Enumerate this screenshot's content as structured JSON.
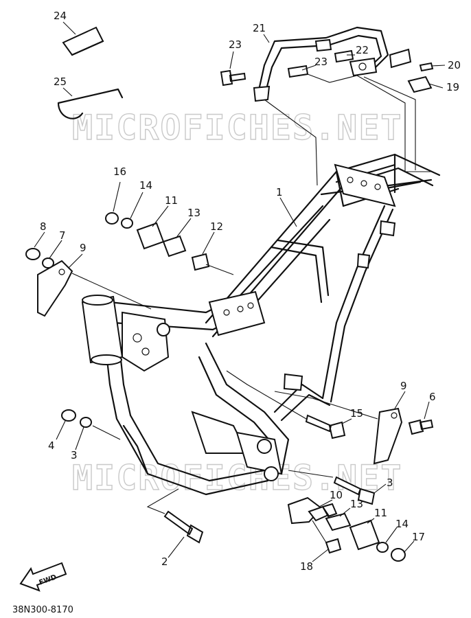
{
  "watermark": "MICROFICHES.NET",
  "diagram_code": "38N300-8170",
  "fwd_label": "FWD",
  "callouts": [
    {
      "id": "c24a",
      "label": "24"
    },
    {
      "id": "c25",
      "label": "25"
    },
    {
      "id": "c21",
      "label": "21"
    },
    {
      "id": "c23a",
      "label": "23"
    },
    {
      "id": "c22",
      "label": "22"
    },
    {
      "id": "c23b",
      "label": "23"
    },
    {
      "id": "c20",
      "label": "20"
    },
    {
      "id": "c19",
      "label": "19"
    },
    {
      "id": "c16",
      "label": "16"
    },
    {
      "id": "c14a",
      "label": "14"
    },
    {
      "id": "c11a",
      "label": "11"
    },
    {
      "id": "c13a",
      "label": "13"
    },
    {
      "id": "c12",
      "label": "12"
    },
    {
      "id": "c1",
      "label": "1"
    },
    {
      "id": "c8",
      "label": "8"
    },
    {
      "id": "c7",
      "label": "7"
    },
    {
      "id": "c9a",
      "label": "9"
    },
    {
      "id": "c9b",
      "label": "9"
    },
    {
      "id": "c6",
      "label": "6"
    },
    {
      "id": "c15",
      "label": "15"
    },
    {
      "id": "c4",
      "label": "4"
    },
    {
      "id": "c3a",
      "label": "3"
    },
    {
      "id": "c3b",
      "label": "3"
    },
    {
      "id": "c10",
      "label": "10"
    },
    {
      "id": "c13b",
      "label": "13"
    },
    {
      "id": "c11b",
      "label": "11"
    },
    {
      "id": "c14b",
      "label": "14"
    },
    {
      "id": "c17",
      "label": "17"
    },
    {
      "id": "c18",
      "label": "18"
    },
    {
      "id": "c2",
      "label": "2"
    }
  ]
}
